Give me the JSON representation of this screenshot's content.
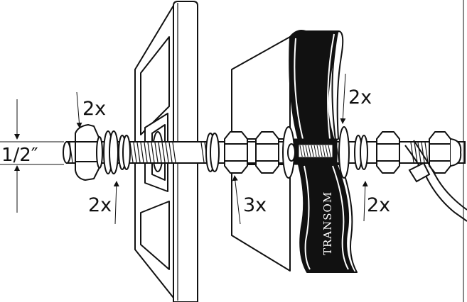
{
  "labels": {
    "dimension": "1/2″",
    "qty_nut_left": "2x",
    "qty_washer_left": "2x",
    "qty_nuts_center": "3x",
    "qty_washer_right_top": "2x",
    "qty_washer_right_bottom": "2x",
    "transom": "TRANSOM"
  },
  "colors": {
    "line": "#111111",
    "fill": "#ffffff",
    "transom_band": "#111111"
  }
}
